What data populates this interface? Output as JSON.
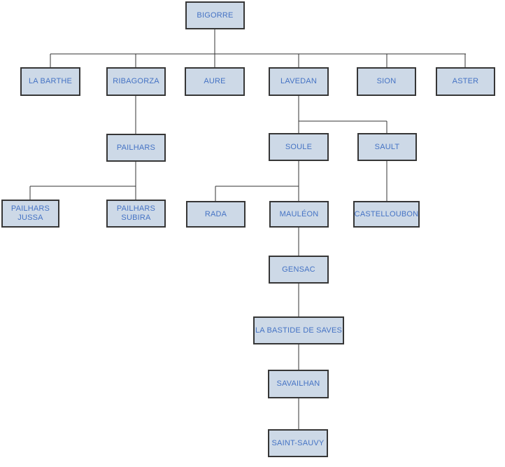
{
  "diagram": {
    "type": "org-chart-genealogy-tree",
    "root_label": "BIGORRE",
    "colors": {
      "node_fill": "#cdd9e7",
      "node_border": "#363636",
      "node_text": "#4573c4",
      "shadow_fill": "#3b74c9",
      "shadow_edge": "#abc8ec",
      "connector_line": "#333333",
      "background": "#ffffff"
    },
    "nodes": [
      {
        "id": "bigorre",
        "label": "BIGORRE",
        "parent": null
      },
      {
        "id": "la-barthe",
        "label": "LA BARTHE",
        "parent": "BIGORRE"
      },
      {
        "id": "ribagorza",
        "label": "RIBAGORZA",
        "parent": "BIGORRE"
      },
      {
        "id": "aure",
        "label": "AURE",
        "parent": "BIGORRE"
      },
      {
        "id": "lavedan",
        "label": "LAVEDAN",
        "parent": "BIGORRE"
      },
      {
        "id": "sion",
        "label": "SION",
        "parent": "BIGORRE"
      },
      {
        "id": "aster",
        "label": "ASTER",
        "parent": "BIGORRE"
      },
      {
        "id": "pailhars",
        "label": "PAILHARS",
        "parent": "RIBAGORZA"
      },
      {
        "id": "soule",
        "label": "SOULE",
        "parent": "LAVEDAN"
      },
      {
        "id": "sault",
        "label": "SAULT",
        "parent": "LAVEDAN"
      },
      {
        "id": "pailhars-jussa",
        "label": "PAILHARS JUSSA",
        "parent": "PAILHARS"
      },
      {
        "id": "pailhars-subira",
        "label": "PAILHARS SUBIRA",
        "parent": "PAILHARS"
      },
      {
        "id": "rada",
        "label": "RADA",
        "parent": "SOULE"
      },
      {
        "id": "mauleon",
        "label": "MAULÉON",
        "parent": "SOULE"
      },
      {
        "id": "castelloubon",
        "label": "CASTELLOUBON",
        "parent": "SAULT"
      },
      {
        "id": "gensac",
        "label": "GENSAC",
        "parent": "MAULÉON"
      },
      {
        "id": "la-bastide",
        "label": "LA BASTIDE DE SAVES",
        "parent": "GENSAC"
      },
      {
        "id": "savailhan",
        "label": "SAVAILHAN",
        "parent": "LA BASTIDE DE SAVES"
      },
      {
        "id": "saint-sauvy",
        "label": "SAINT-SAUVY",
        "parent": "SAVAILHAN"
      }
    ]
  }
}
